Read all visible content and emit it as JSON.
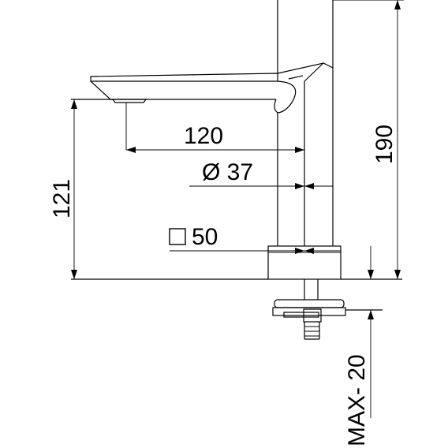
{
  "drawing": {
    "dimensions": {
      "reach": "120",
      "body_diameter": "Ø 37",
      "base_square": "50",
      "spout_height": "121",
      "total_height": "190",
      "max_deck_thickness": "MAX- 20"
    }
  }
}
